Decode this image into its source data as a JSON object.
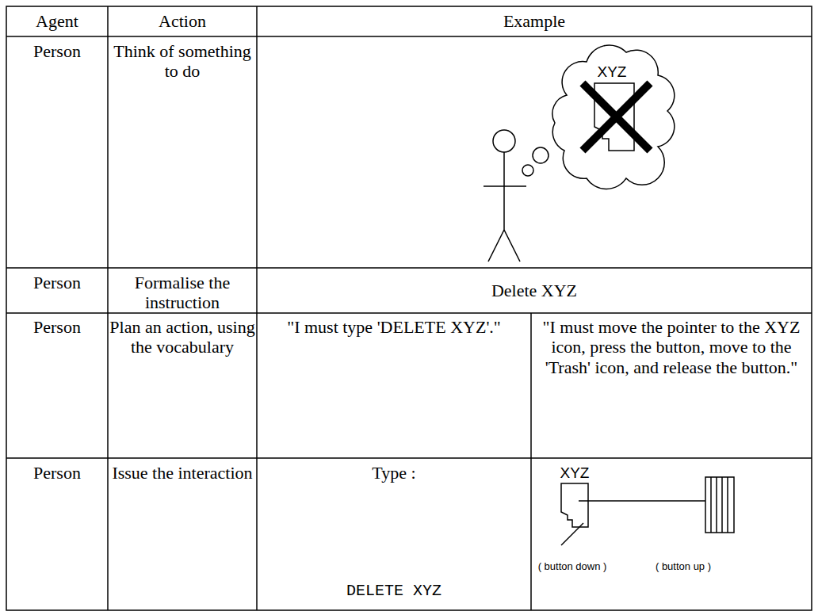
{
  "diagram": {
    "labels": [
      "Agent",
      "Action",
      "Example",
      "Person",
      "Think of something to do",
      "XYZ",
      "Person",
      "Formalise the instruction",
      "Delete XYZ",
      "Person",
      "Plan an action, using the vocabulary",
      "\"I must type 'DELETE XYZ'.\"",
      "\"I must move the pointer to the XYZ icon, press the button, move to the 'Trash' icon, and release the button.\"",
      "Person",
      "Issue the interaction",
      "Type :",
      "DELETE XYZ",
      "XYZ",
      "( button down )",
      "( button up )"
    ]
  }
}
